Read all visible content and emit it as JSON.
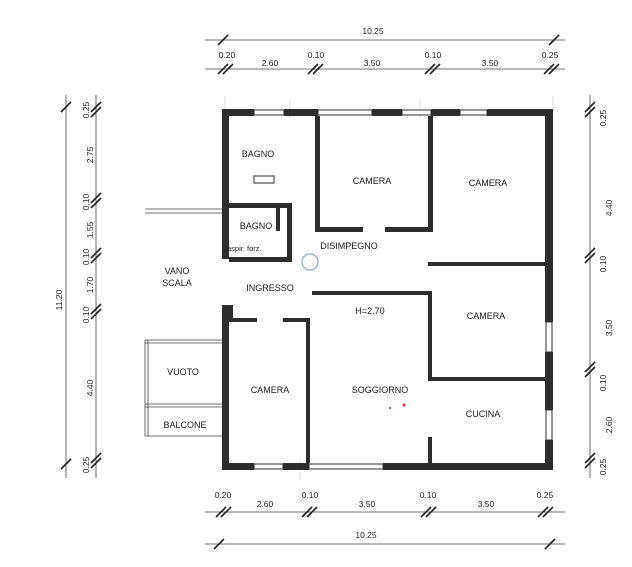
{
  "rooms": {
    "bagno_1": "BAGNO",
    "bagno_2": "BAGNO",
    "aspiratore": "aspir. forz.",
    "camera_1": "CAMERA",
    "camera_2": "CAMERA",
    "camera_3": "CAMERA",
    "camera_4": "CAMERA",
    "disimpegno": "DISIMPEGNO",
    "ingresso": "INGRESSO",
    "altezza": "H=2.70",
    "soggiorno": "SOGGIORNO",
    "cucina": "CUCINA",
    "vano": "VANO",
    "scala": "SCALA",
    "vuoto": "VUOTO",
    "balcone": "BALCONE"
  },
  "dimensions": {
    "top_total": "10.25",
    "top_segments": [
      "0.20",
      "2.60",
      "0.10",
      "3.50",
      "0.10",
      "3.50",
      "0.25"
    ],
    "bottom_total": "10.25",
    "bottom_segments": [
      "0.20",
      "2.60",
      "0.10",
      "3.50",
      "0.10",
      "3.50",
      "0.25"
    ],
    "left_total": "11.20",
    "left_segments": [
      "0.25",
      "2.75",
      "0.10",
      "1.55",
      "0.10",
      "1.70",
      "0.10",
      "4.40",
      "0.25"
    ],
    "right_segments": [
      "0.25",
      "4.40",
      "0.10",
      "3.50",
      "0.10",
      "2.60",
      "0.25"
    ]
  },
  "colors": {
    "wall": "#2d2d2d",
    "dimension_text": "#222222"
  }
}
